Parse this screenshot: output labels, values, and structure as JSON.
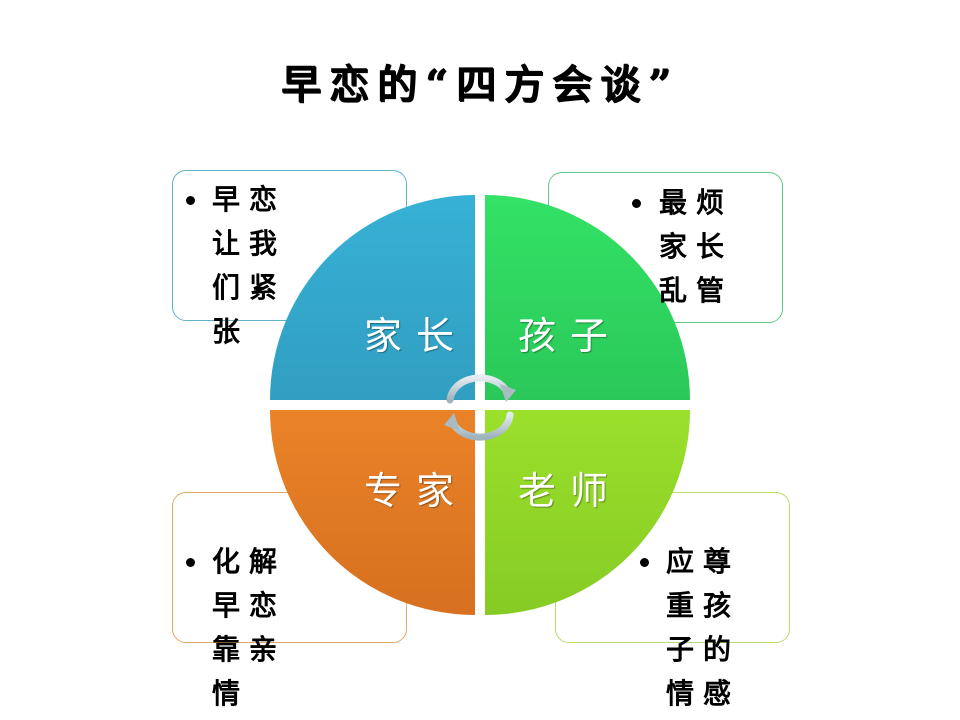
{
  "title": "早恋的“四方会谈”",
  "chart_data": {
    "type": "diagram",
    "title": "早恋的“四方会谈”",
    "layout": "four-quadrant circle with cycle arrows and callout boxes",
    "quadrants": [
      {
        "position": "top-left",
        "label": "家长",
        "color": "#2f9fc2",
        "note": "早恋让我们紧张"
      },
      {
        "position": "top-right",
        "label": "孩子",
        "color": "#2bc65a",
        "note": "最烦家长乱管"
      },
      {
        "position": "bottom-left",
        "label": "专家",
        "color": "#ef8427",
        "note": "化解早恋靠亲情"
      },
      {
        "position": "bottom-right",
        "label": "老师",
        "color": "#9ee02c",
        "note": "应尊重孩子的情感"
      }
    ]
  },
  "quadrants": {
    "tl": {
      "label": "家长",
      "color": "#2f9fc2"
    },
    "tr": {
      "label": "孩子",
      "color": "#2bc65a"
    },
    "bl": {
      "label": "专家",
      "color": "#ef8427"
    },
    "br": {
      "label": "老师",
      "color": "#9ee02c"
    }
  },
  "boxes": {
    "tl": {
      "text": "早恋让我们紧张"
    },
    "tr": {
      "text": "最烦家长乱管"
    },
    "bl": {
      "text": "化解早恋靠亲情"
    },
    "br": {
      "text": "应尊重孩子的情感"
    }
  },
  "icons": {
    "center": "cycle-arrows-icon"
  }
}
